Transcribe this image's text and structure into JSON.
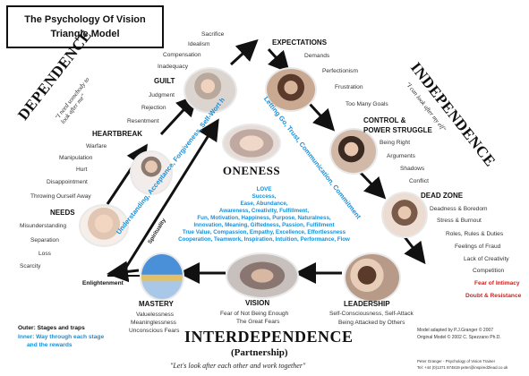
{
  "title": {
    "line1": "The Psychology Of Vision",
    "line2": "Triangle Model"
  },
  "headings": {
    "dependence": "DEPENDENCE",
    "dependence_quote": "\"I need somebody to look after me\"",
    "independence": "INDEPENDENCE",
    "independence_quote": "\"I can look after my elf\"",
    "interdependence": "INTERDEPENDENCE",
    "partnership": "(Partnership)",
    "interdependence_quote": "\"Let's look after each other and work together\"",
    "oneness": "ONENESS"
  },
  "top_traps": [
    "Sacrifice",
    "Idealism",
    "Compensation",
    "Inadequacy"
  ],
  "guilt": {
    "label": "GUILT",
    "items": [
      "Judgment",
      "Rejection",
      "Resentment"
    ]
  },
  "heartbreak": {
    "label": "HEARTBREAK",
    "items": [
      "Warfare",
      "Manipulation",
      "Hurt",
      "Disappointment",
      "Throwing Ourself Away"
    ]
  },
  "needs": {
    "label": "NEEDS",
    "items": [
      "Misunderstanding",
      "Separation",
      "Loss",
      "Scarcity"
    ]
  },
  "expectations": {
    "label": "EXPECTATIONS",
    "items": [
      "Demands",
      "Perfectionism",
      "Frustration",
      "Too Many Goals"
    ]
  },
  "control": {
    "label1": "CONTROL &",
    "label2": "POWER STRUGGLE",
    "items": [
      "Being Right",
      "Arguments",
      "Shadows",
      "Conflict"
    ]
  },
  "dead_zone": {
    "label": "DEAD ZONE",
    "items": [
      "Deadness & Boredom",
      "Stress & Burnout",
      "Roles, Rules & Duties",
      "Feelings of Fraud",
      "Lack of Creativity",
      "Competition"
    ],
    "red_items": [
      "Fear of Intimacy",
      "Doubt & Resistance"
    ]
  },
  "leadership": {
    "label": "LEADERSHIP",
    "items": [
      "Self-Consciousness, Self-Attack",
      "Being Attacked by Others"
    ]
  },
  "vision": {
    "label": "VISION",
    "items": [
      "Fear of Not Being Enough",
      "The Great Fears"
    ]
  },
  "mastery": {
    "label": "MASTERY",
    "items": [
      "Valuelessness",
      "Meaninglessness",
      "Unconscious Fears"
    ]
  },
  "enlightenment": "Enlightenment",
  "spirituality": "Spirituality",
  "left_path": "Understanding, Acceptance, Forgiveness, Self-Wort h",
  "right_path": "Letting Go, Trust, Communication, Commitment",
  "center_gifts": [
    "LOVE",
    "Success,",
    "Ease, Abundance,",
    "Awareness, Creativity, Fulfillment,",
    "Fun, Motivation, Happiness, Purpose, Naturalness,",
    "Innovation, Meaning, Giftedness, Passion, Fulfillment",
    "True Value, Compassion, Empathy, Excellence, Effortlessness",
    "Cooperation, Teamwork, Inspiration, Intuition, Performance, Flow"
  ],
  "legend": {
    "outer": "Outer: Stages and traps",
    "inner1": "Inner: Way through each stage",
    "inner2": "and the rewards"
  },
  "credits": {
    "line1": "Model adapted by P.J.Granger © 2007",
    "line2": "Original Model  ©  2002  C. Spezzano Ph.D."
  },
  "footer": {
    "line1": "Peter Granger - Psychology of Vision Trainer",
    "line2": "Tel: +44 (0)1371 874819  peter@inspired2lead.co.uk"
  },
  "colors": {
    "blue": "#1a8fd6",
    "red": "#d42020",
    "arrow": "#111111"
  }
}
